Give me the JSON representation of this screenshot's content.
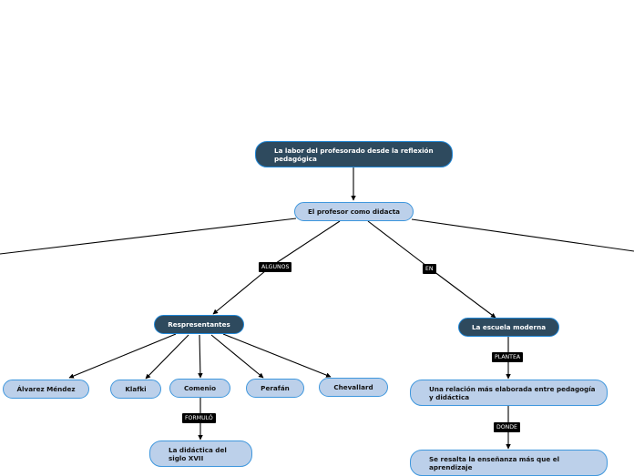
{
  "nodes": {
    "root": "La labor del profesorado desde la reflexión pedagógica",
    "profesor": "El profesor como didacta",
    "representantes": "Respresentantes",
    "escuela": "La escuela moderna",
    "alvarez": "Álvarez Méndez",
    "klafki": "Klafki",
    "comenio": "Comenio",
    "perafan": "Perafán",
    "chevallard": "Chevallard",
    "didactica": "La didáctica del siglo XVII",
    "relacion": "Una relación más elaborada entre pedagogía y didáctica",
    "ensenanza": "Se resalta la enseñanza más que el aprendizaje"
  },
  "labels": {
    "algunos": "ALGUNOS",
    "en": "EN",
    "plantea": "PLANTEA",
    "formulo": "FORMULÓ",
    "donde": "DONDE"
  },
  "colors": {
    "dark_node": "#2e4a5e",
    "light_node": "#bcd0ea",
    "border": "#3f97dd",
    "edge": "#000000"
  }
}
